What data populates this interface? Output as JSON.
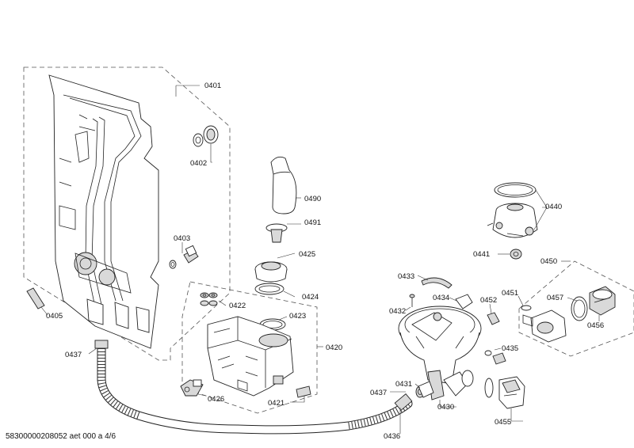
{
  "footer": {
    "doc_code": "58300000208052 aet 000 a 4/6"
  },
  "labels": {
    "p0401": "0401",
    "p0402": "0402",
    "p0403": "0403",
    "p0405": "0405",
    "p0437a": "0437",
    "p0490": "0490",
    "p0491": "0491",
    "p0425": "0425",
    "p0424": "0424",
    "p0422": "0422",
    "p0423": "0423",
    "p0420": "0420",
    "p0426": "0426",
    "p0421": "0421",
    "p0440": "0440",
    "p0441": "0441",
    "p0450": "0450",
    "p0433": "0433",
    "p0432": "0432",
    "p0434": "0434",
    "p0452": "0452",
    "p0451": "0451",
    "p0457": "0457",
    "p0456": "0456",
    "p0435": "0435",
    "p0437b": "0437",
    "p0431": "0431",
    "p0430": "0430",
    "p0455": "0455",
    "p0436": "0436"
  },
  "colors": {
    "line": "#222222",
    "fill_grey": "#d9d9d9",
    "fill_dark": "#9a9a9a",
    "background": "#ffffff"
  }
}
